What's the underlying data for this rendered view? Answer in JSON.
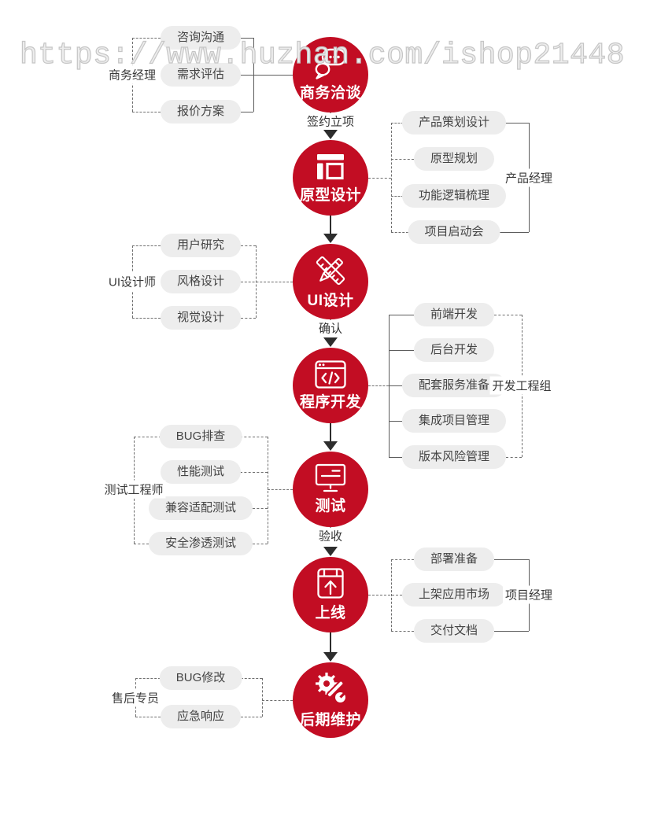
{
  "watermark": "https://www.huzhan.com/ishop21448",
  "colors": {
    "accent": "#c20d23",
    "pill_bg": "#ededed",
    "arrow": "#2d2d2d"
  },
  "stages": [
    {
      "name": "商务洽谈",
      "icon": "chat-icon"
    },
    {
      "name": "原型设计",
      "icon": "prototype-icon"
    },
    {
      "name": "UI设计",
      "icon": "pen-ruler-icon"
    },
    {
      "name": "程序开发",
      "icon": "code-window-icon"
    },
    {
      "name": "测试",
      "icon": "monitor-icon"
    },
    {
      "name": "上线",
      "icon": "upload-window-icon"
    },
    {
      "name": "后期维护",
      "icon": "gear-wrench-icon"
    }
  ],
  "transitions": [
    {
      "label": "签约立项"
    },
    {
      "label": ""
    },
    {
      "label": "确认"
    },
    {
      "label": ""
    },
    {
      "label": "验收"
    },
    {
      "label": ""
    }
  ],
  "groups": [
    {
      "role": "商务经理",
      "side": "left",
      "items": [
        "咨询沟通",
        "需求评估",
        "报价方案"
      ]
    },
    {
      "role": "产品经理",
      "side": "right",
      "items": [
        "产品策划设计",
        "原型规划",
        "功能逻辑梳理",
        "项目启动会"
      ]
    },
    {
      "role": "UI设计师",
      "side": "left",
      "items": [
        "用户研究",
        "风格设计",
        "视觉设计"
      ]
    },
    {
      "role": "开发工程组",
      "side": "right",
      "items": [
        "前端开发",
        "后台开发",
        "配套服务准备",
        "集成项目管理",
        "版本风险管理"
      ]
    },
    {
      "role": "测试工程师",
      "side": "left",
      "items": [
        "BUG排查",
        "性能测试",
        "兼容适配测试",
        "安全渗透测试"
      ]
    },
    {
      "role": "项目经理",
      "side": "right",
      "items": [
        "部署准备",
        "上架应用市场",
        "交付文档"
      ]
    },
    {
      "role": "售后专员",
      "side": "left",
      "items": [
        "BUG修改",
        "应急响应"
      ]
    }
  ]
}
